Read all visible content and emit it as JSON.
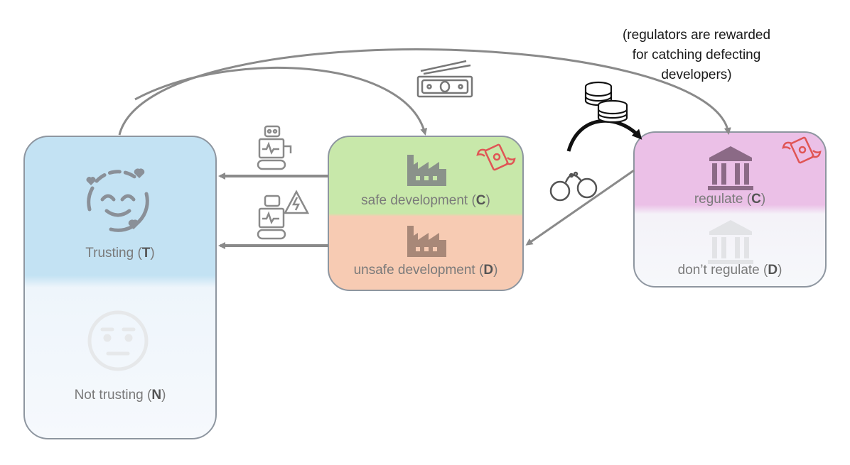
{
  "note": {
    "line1": "(regulators are rewarded",
    "line2": "for catching defecting",
    "line3": "developers)"
  },
  "users": {
    "trusting": {
      "text": "Trusting (",
      "code": "T",
      "close": ")"
    },
    "not_trusting": {
      "text": "Not trusting (",
      "code": "N",
      "close": ")"
    }
  },
  "developers": {
    "safe": {
      "text": "safe development (",
      "code": "C",
      "close": ")"
    },
    "unsafe": {
      "text": "unsafe development (",
      "code": "D",
      "close": ")"
    }
  },
  "regulators": {
    "regulate": {
      "text": "regulate (",
      "code": "C",
      "close": ")"
    },
    "dont_regulate": {
      "text": "don’t regulate (",
      "code": "D",
      "close": ")"
    }
  },
  "colors": {
    "trusting_fill": "#c6e4f4",
    "safe_fill": "#c9e8ab",
    "unsafe_fill": "#f7cdb6",
    "regulate_fill": "#e9bfe6",
    "arrow_gray": "#8a8a8a",
    "arrow_black": "#111111",
    "money_red": "#e05555"
  },
  "icons": [
    "smiling-face-hearts-icon",
    "neutral-face-icon",
    "factory-icon",
    "bank-icon",
    "robot-icon",
    "robot-warning-icon",
    "banknote-icon",
    "coin-stack-icon",
    "handcuffs-icon",
    "flying-money-icon"
  ]
}
